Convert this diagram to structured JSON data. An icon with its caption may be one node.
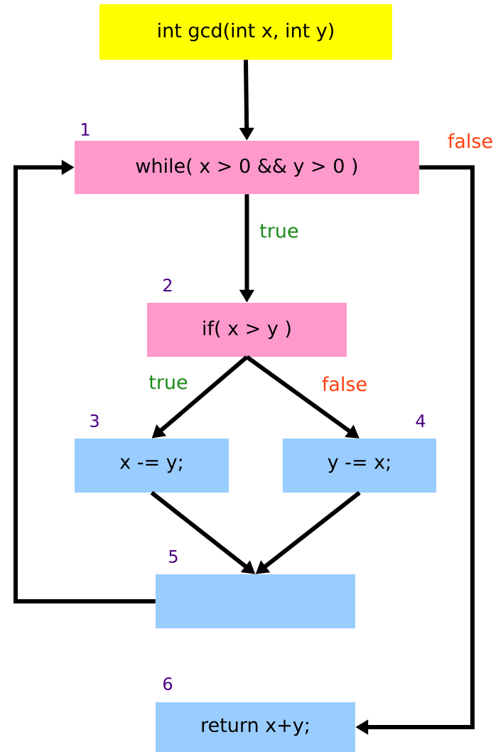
{
  "diagram": {
    "nodes": [
      {
        "text": [
          "int gcd(int x, int y)"
        ]
      },
      {
        "text": [
          "while( x > 0 && y > 0 )"
        ],
        "beside": [
          "1"
        ]
      },
      {
        "text": [
          "if( x > y )"
        ],
        "beside": [
          "2"
        ]
      },
      {
        "text": [
          "x -= y;"
        ],
        "beside": [
          "3"
        ]
      },
      {
        "text": [
          "y -= x;"
        ],
        "beside": [
          "4"
        ]
      },
      {
        "text": [],
        "shape": "box",
        "beside": [
          "5"
        ]
      },
      {
        "text": [
          "return x+y;"
        ],
        "beside": [
          "6"
        ]
      }
    ],
    "edges": [
      {
        "from": 0,
        "to": 1,
        "arrow": "to"
      },
      {
        "from": 1,
        "to": 2,
        "arrow": "to",
        "label": "true"
      },
      {
        "from": 2,
        "to": 3,
        "arrow": "to",
        "label": "true"
      },
      {
        "from": 2,
        "to": 4,
        "arrow": "to",
        "label": "false"
      },
      {
        "from": 3,
        "to": 5,
        "arrow": "to"
      },
      {
        "from": 4,
        "to": 5,
        "arrow": "to"
      },
      {
        "from": 5,
        "to": 1,
        "arrow": "to"
      },
      {
        "from": 1,
        "to": 6,
        "arrow": "to",
        "label": "false"
      }
    ]
  }
}
